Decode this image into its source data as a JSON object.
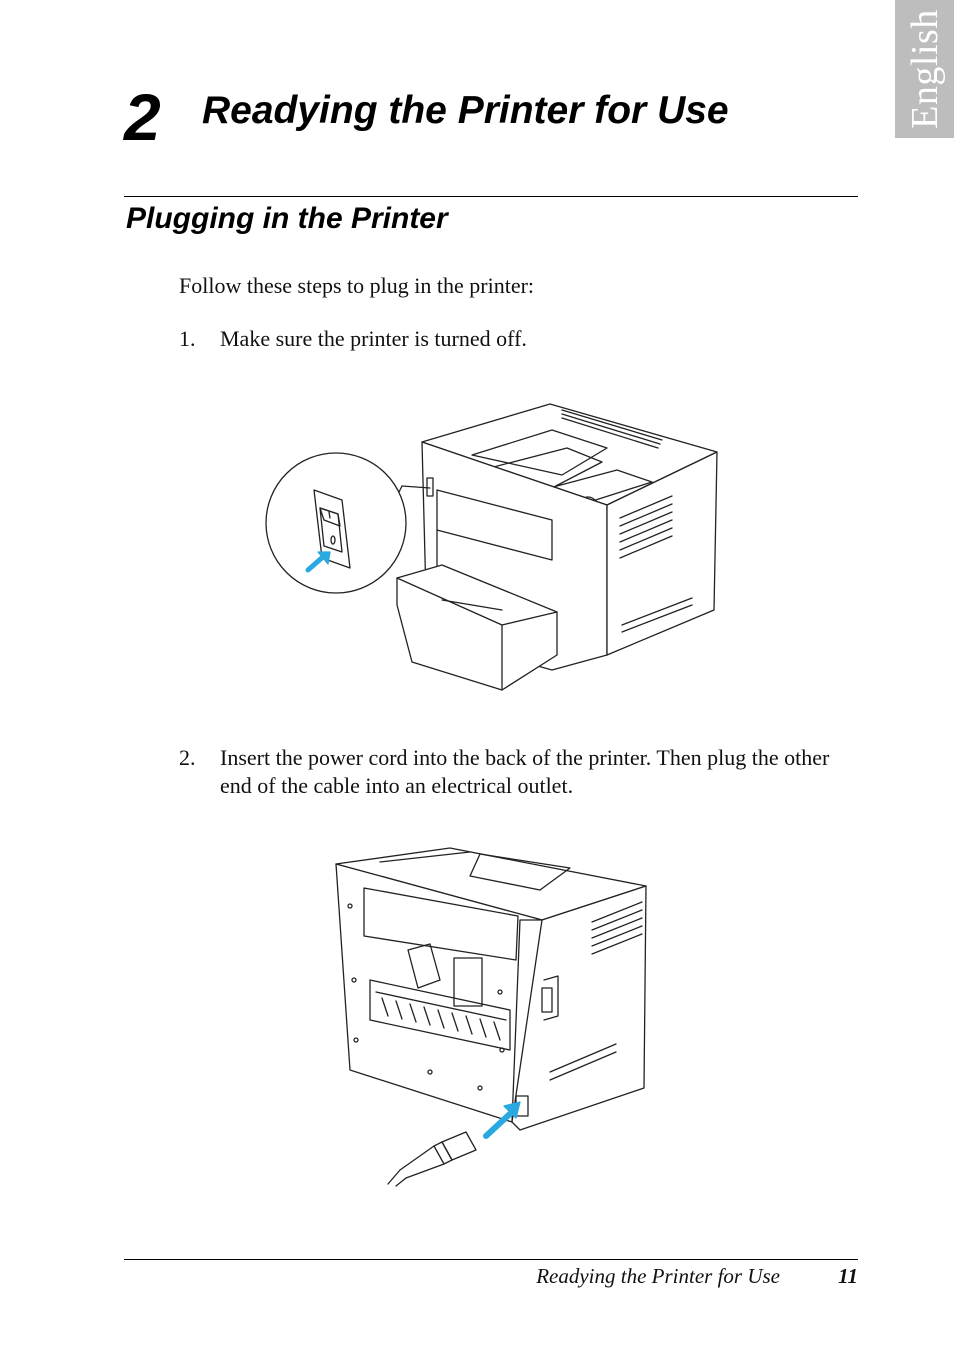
{
  "language_tab": {
    "label": "English"
  },
  "chapter": {
    "number": "2",
    "title": "Readying the Printer for Use"
  },
  "section": {
    "title": "Plugging in the Printer"
  },
  "intro": "Follow these steps to plug in the printer:",
  "steps": [
    {
      "number": "1.",
      "text": "Make sure the printer is turned off."
    },
    {
      "number": "2.",
      "text": "Insert the power cord into the back of the printer. Then plug the other end of the cable into an electrical outlet."
    }
  ],
  "footer": {
    "title": "Readying the Printer for Use",
    "page_number": "11"
  },
  "colors": {
    "accent_arrow": "#2aa8e0",
    "tab_background": "#bdbdbd"
  }
}
